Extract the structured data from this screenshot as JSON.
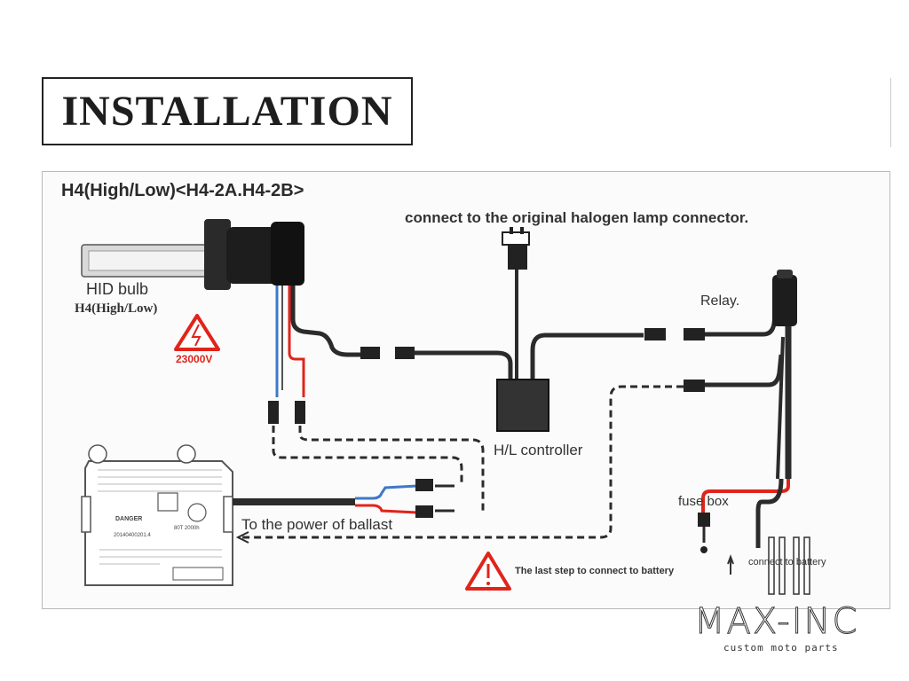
{
  "title": "INSTALLATION",
  "subtitle": "H4(High/Low)<H4-2A.H4-2B>",
  "labels": {
    "connect_note": "connect to the original halogen lamp connector.",
    "hid_bulb": "HID bulb",
    "hid_bulb_type": "H4(High/Low)",
    "voltage": "23000V",
    "relay": "Relay.",
    "hl_controller": "H/L controller",
    "power_ballast": "To the power of ballast",
    "fuse_box": "fuse box",
    "last_step": "The last step to connect to battery",
    "connect_battery": "connect to battery"
  },
  "ballast_text": {
    "danger": "DANGER",
    "serial": "20140400201.4",
    "spec": "80T 2000h"
  },
  "brand": {
    "name": "MAX-INC",
    "tagline": "custom moto parts"
  },
  "colors": {
    "wire": "#2b2b2b",
    "wire_red": "#e0241b",
    "wire_blue": "#3f78c8",
    "warning_red": "#e0241b",
    "frame_border": "#b9b9b9"
  },
  "icons": [
    "high-voltage-warning-icon",
    "caution-warning-icon"
  ]
}
